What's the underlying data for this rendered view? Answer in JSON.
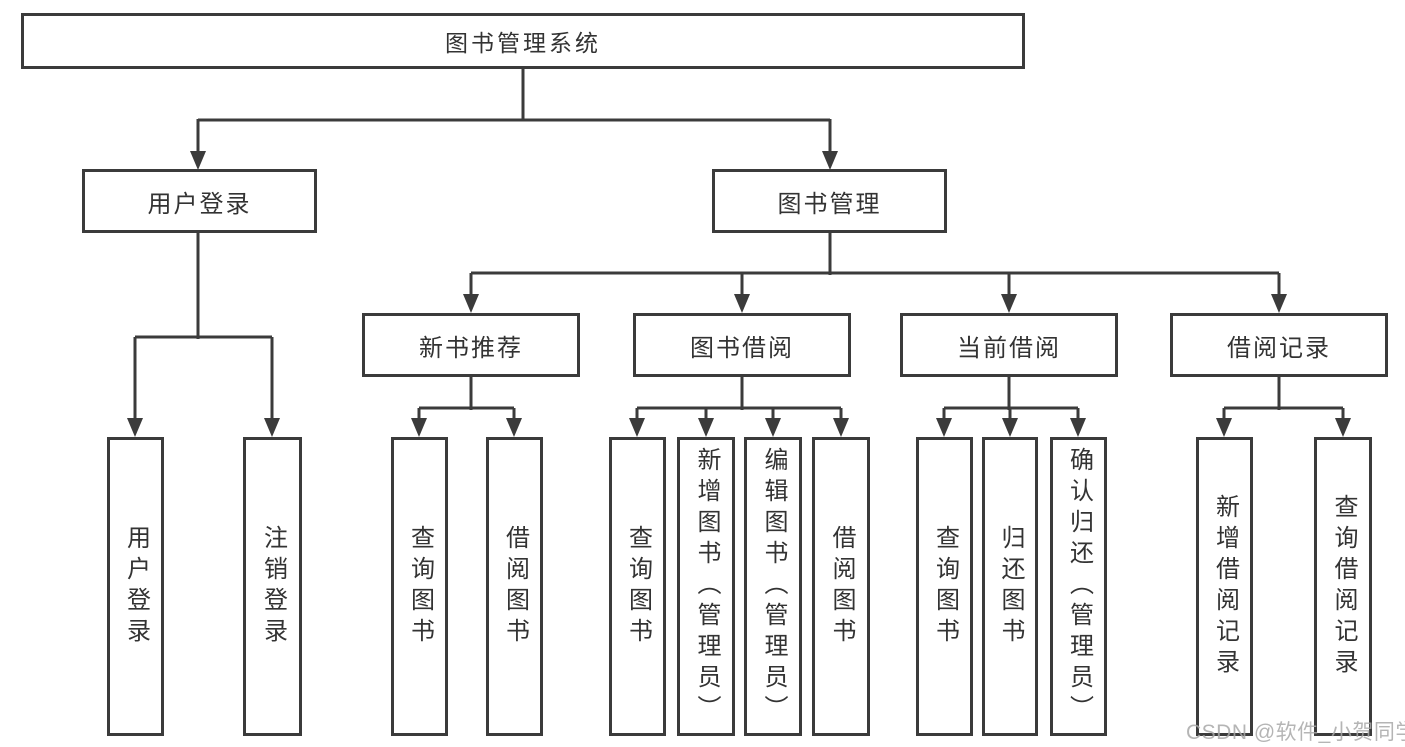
{
  "tree": {
    "root": {
      "label": "图书管理系统"
    },
    "branches": [
      {
        "label": "用户登录",
        "children": [
          {
            "label": "用户登录"
          },
          {
            "label": "注销登录"
          }
        ]
      },
      {
        "label": "图书管理",
        "children": [
          {
            "label": "新书推荐",
            "children": [
              {
                "label": "查询图书"
              },
              {
                "label": "借阅图书"
              }
            ]
          },
          {
            "label": "图书借阅",
            "children": [
              {
                "label": "查询图书"
              },
              {
                "label": "新增图书（管理员）"
              },
              {
                "label": "编辑图书（管理员）"
              },
              {
                "label": "借阅图书"
              }
            ]
          },
          {
            "label": "当前借阅",
            "children": [
              {
                "label": "查询图书"
              },
              {
                "label": "归还图书"
              },
              {
                "label": "确认归还（管理员）"
              }
            ]
          },
          {
            "label": "借阅记录",
            "children": [
              {
                "label": "新增借阅记录"
              },
              {
                "label": "查询借阅记录"
              }
            ]
          }
        ]
      }
    ]
  },
  "watermark": {
    "text": "CSDN @软件_小贺同学"
  },
  "colors": {
    "line": "#3b3b3b",
    "text": "#333333",
    "watermark": "#a9a9a9",
    "background": "#ffffff"
  }
}
